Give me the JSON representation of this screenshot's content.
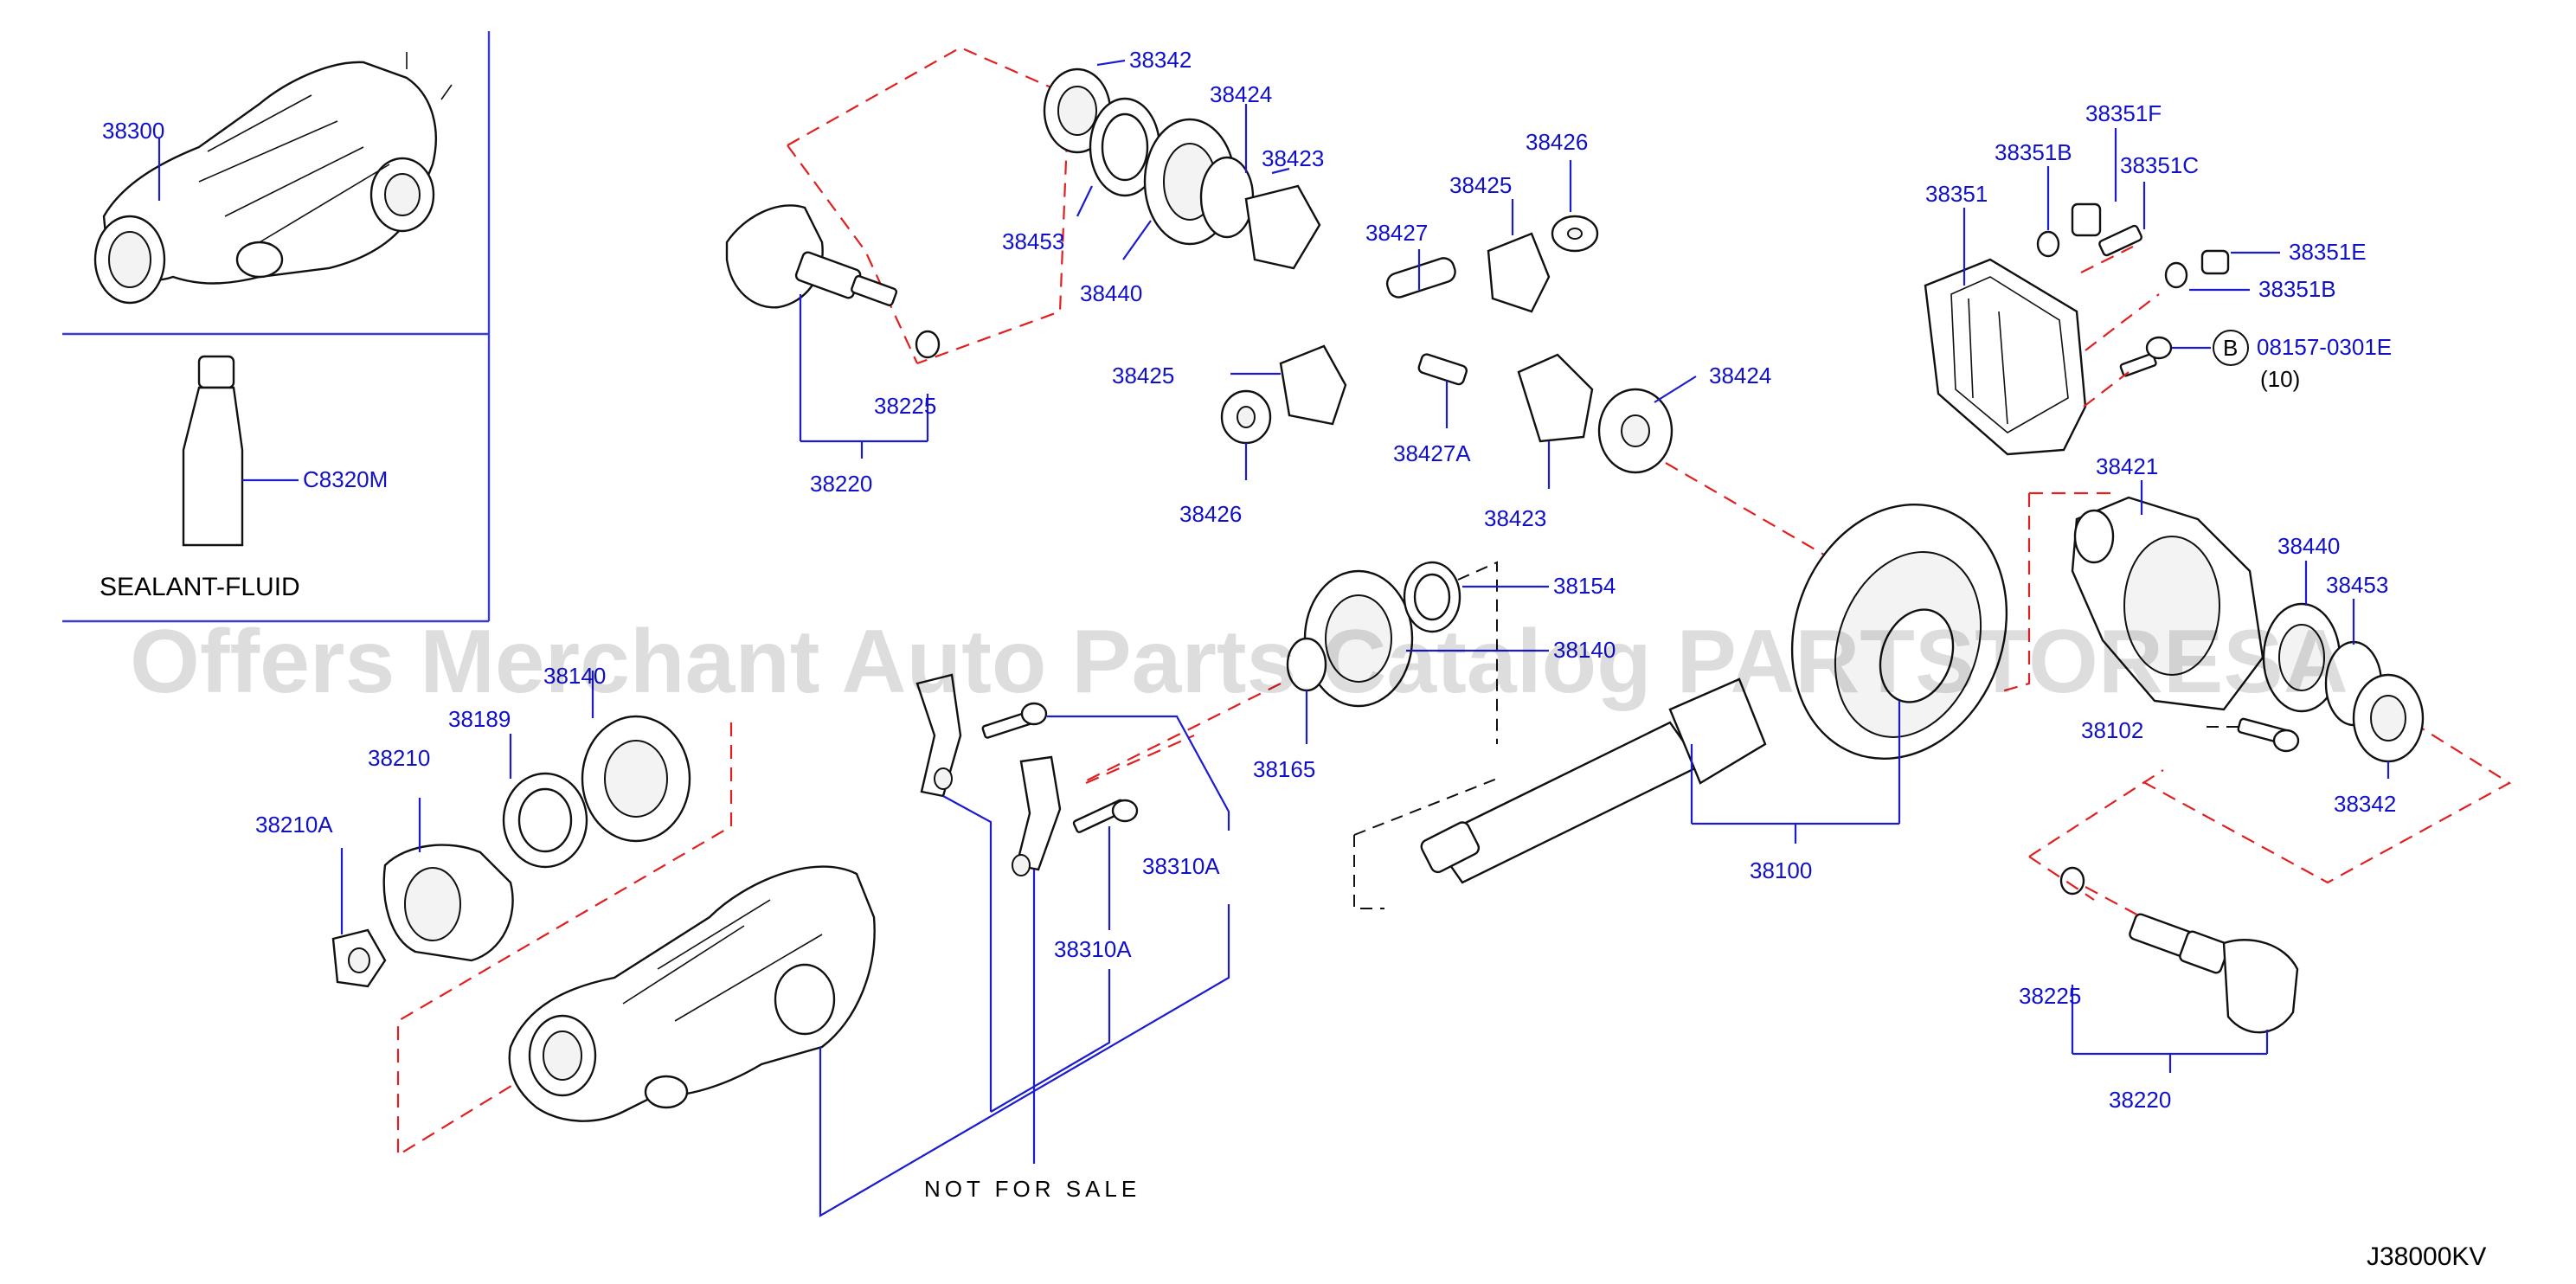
{
  "watermark": "Offers Merchant Auto Parts Catalog PARTSTORESA",
  "diagram_code": "J38000KV",
  "note_not_for_sale": "NOT FOR SALE",
  "sealant_label": "SEALANT-FLUID",
  "bolt_marker": "B",
  "bolt_part": "08157-0301E",
  "bolt_qty": "(10)",
  "labels": {
    "p38300": "38300",
    "pC8320M": "C8320M",
    "p38342_top": "38342",
    "p38424_top": "38424",
    "p38423_top": "38423",
    "p38453_top": "38453",
    "p38440_top": "38440",
    "p38225_left": "38225",
    "p38220_left": "38220",
    "p38426_top": "38426",
    "p38425_top": "38425",
    "p38427": "38427",
    "p38425_mid": "38425",
    "p38426_bottom": "38426",
    "p38427A": "38427A",
    "p38424_mid": "38424",
    "p38423_mid": "38423",
    "p38351F": "38351F",
    "p38351B_top": "38351B",
    "p38351C": "38351C",
    "p38351": "38351",
    "p38351E": "38351E",
    "p38351B_bottom": "38351B",
    "p38421": "38421",
    "p38440_right": "38440",
    "p38453_right": "38453",
    "p38102": "38102",
    "p38342_right": "38342",
    "p38225_right": "38225",
    "p38220_right": "38220",
    "p38154": "38154",
    "p38140_partial": "38140",
    "p38165": "38165",
    "p38100": "38100",
    "p38189": "38189",
    "p38210": "38210",
    "p38210A": "38210A",
    "p38310A_upper": "38310A",
    "p38310A_lower": "38310A",
    "p38140_left": "38140"
  }
}
